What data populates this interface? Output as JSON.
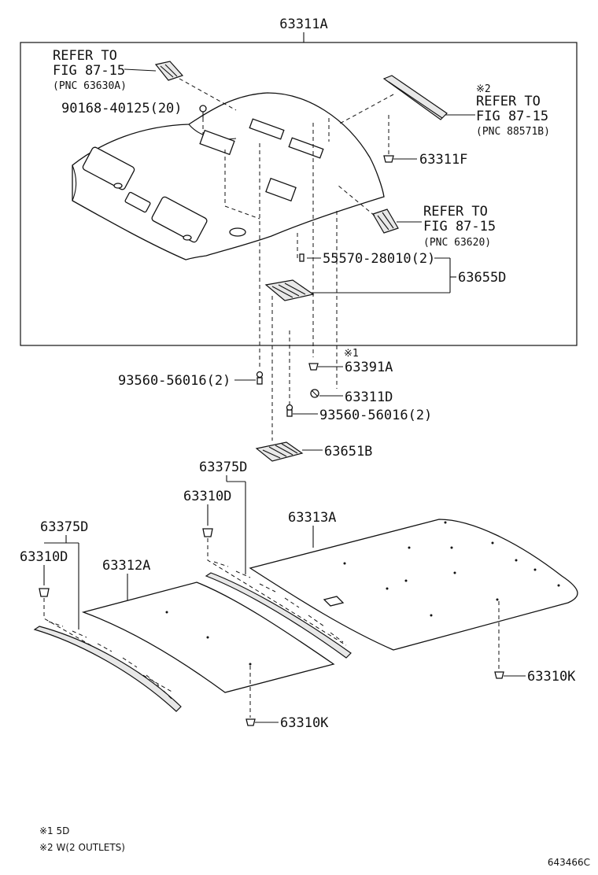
{
  "diagram": {
    "labels": {
      "headliner_assy": "63311A",
      "refer_a_1": "REFER TO",
      "refer_a_2": "FIG 87-15",
      "refer_a_3": "(PNC 63630A)",
      "clip_90168": "90168-40125(20)",
      "refer_b_mark": "※2",
      "refer_b_1": "REFER TO",
      "refer_b_2": "FIG 87-15",
      "refer_b_3": "(PNC 88571B)",
      "part_63311f": "63311F",
      "refer_c_1": "REFER TO",
      "refer_c_2": "FIG 87-15",
      "refer_c_3": "(PNC 63620)",
      "clip_55570": "55570-28010(2)",
      "part_63655d": "63655D",
      "mark_1": "※1",
      "part_63391a": "63391A",
      "screw_93560_a": "93560-56016(2)",
      "part_63311d": "63311D",
      "screw_93560_b": "93560-56016(2)",
      "part_63651b": "63651B",
      "part_63375d_a": "63375D",
      "part_63310d_a": "63310D",
      "part_63313a": "63313A",
      "part_63375d_b": "63375D",
      "part_63310d_b": "63310D",
      "part_63312a": "63312A",
      "part_63310k_a": "63310K",
      "part_63310k_b": "63310K"
    },
    "notes": {
      "note_1": "※1 5D",
      "note_2": "※2 W(2 OUTLETS)"
    },
    "figure_code": "643466C"
  }
}
